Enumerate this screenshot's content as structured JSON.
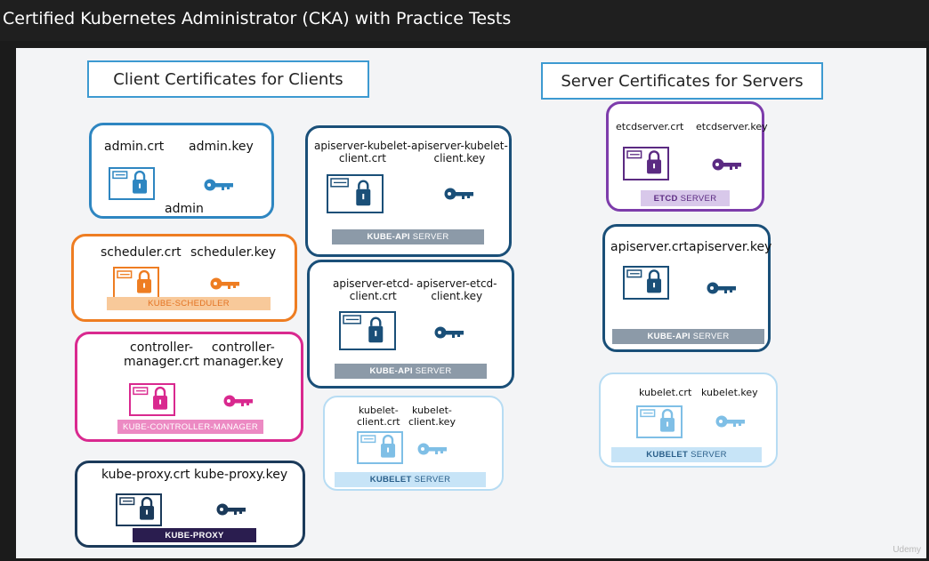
{
  "window": {
    "title": "Certified Kubernetes Administrator (CKA) with Practice Tests"
  },
  "headings": {
    "client": "Client Certificates for Clients",
    "server": "Server Certificates for Servers"
  },
  "client_boxes": {
    "admin": {
      "crt": "admin.crt",
      "key": "admin.key",
      "name": "admin",
      "color": "#2e86c1"
    },
    "scheduler": {
      "crt": "scheduler.crt",
      "key": "scheduler.key",
      "bar": "KUBE-SCHEDULER",
      "color": "#ee7d22",
      "bar_bg": "#f8c99a"
    },
    "controller": {
      "crt_l1": "controller-",
      "crt_l2": "manager.crt",
      "key_l1": "controller-",
      "key_l2": "manager.key",
      "bar": "KUBE-CONTROLLER-MANAGER",
      "color": "#d9298f",
      "bar_bg": "#ec8ac3"
    },
    "proxy": {
      "crt": "kube-proxy.crt",
      "key": "kube-proxy.key",
      "bar": "KUBE-PROXY",
      "color": "#1b3a5a",
      "bar_bg": "#2a1d4f"
    },
    "apiserver_kubelet": {
      "crt_l1": "apiserver-kubelet-",
      "crt_l2": "client.crt",
      "key_l1": "apiserver-kubelet-",
      "key_l2": "client.key",
      "bar_b": "KUBE-API",
      "bar_s": "SERVER",
      "color": "#1a4f78",
      "bar_bg": "#8c9aa8"
    },
    "apiserver_etcd": {
      "crt_l1": "apiserver-etcd-",
      "crt_l2": "client.crt",
      "key_l1": "apiserver-etcd-",
      "key_l2": "client.key",
      "bar_b": "KUBE-API",
      "bar_s": "SERVER",
      "color": "#1a4f78",
      "bar_bg": "#8c9aa8"
    },
    "kubelet_client": {
      "crt_l1": "kubelet-",
      "crt_l2": "client.crt",
      "key_l1": "kubelet-",
      "key_l2": "client.key",
      "bar_b": "KUBELET",
      "bar_s": "SERVER",
      "color": "#b7dcf3",
      "bar_bg": "#c7e4f7"
    }
  },
  "server_boxes": {
    "etcd": {
      "crt": "etcdserver.crt",
      "key": "etcdserver.key",
      "bar_b": "ETCD",
      "bar_s": "SERVER",
      "color": "#7d3cab",
      "bar_bg": "#d8c8ea"
    },
    "apiserver": {
      "crt": "apiserver.crt",
      "key": "apiserver.key",
      "bar_b": "KUBE-API",
      "bar_s": "SERVER",
      "color": "#1a4f78",
      "bar_bg": "#8c9aa8"
    },
    "kubelet": {
      "crt": "kubelet.crt",
      "key": "kubelet.key",
      "bar_b": "KUBELET",
      "bar_s": "SERVER",
      "color": "#b7dcf3",
      "bar_bg": "#c7e4f7"
    }
  },
  "watermark": "Udemy"
}
